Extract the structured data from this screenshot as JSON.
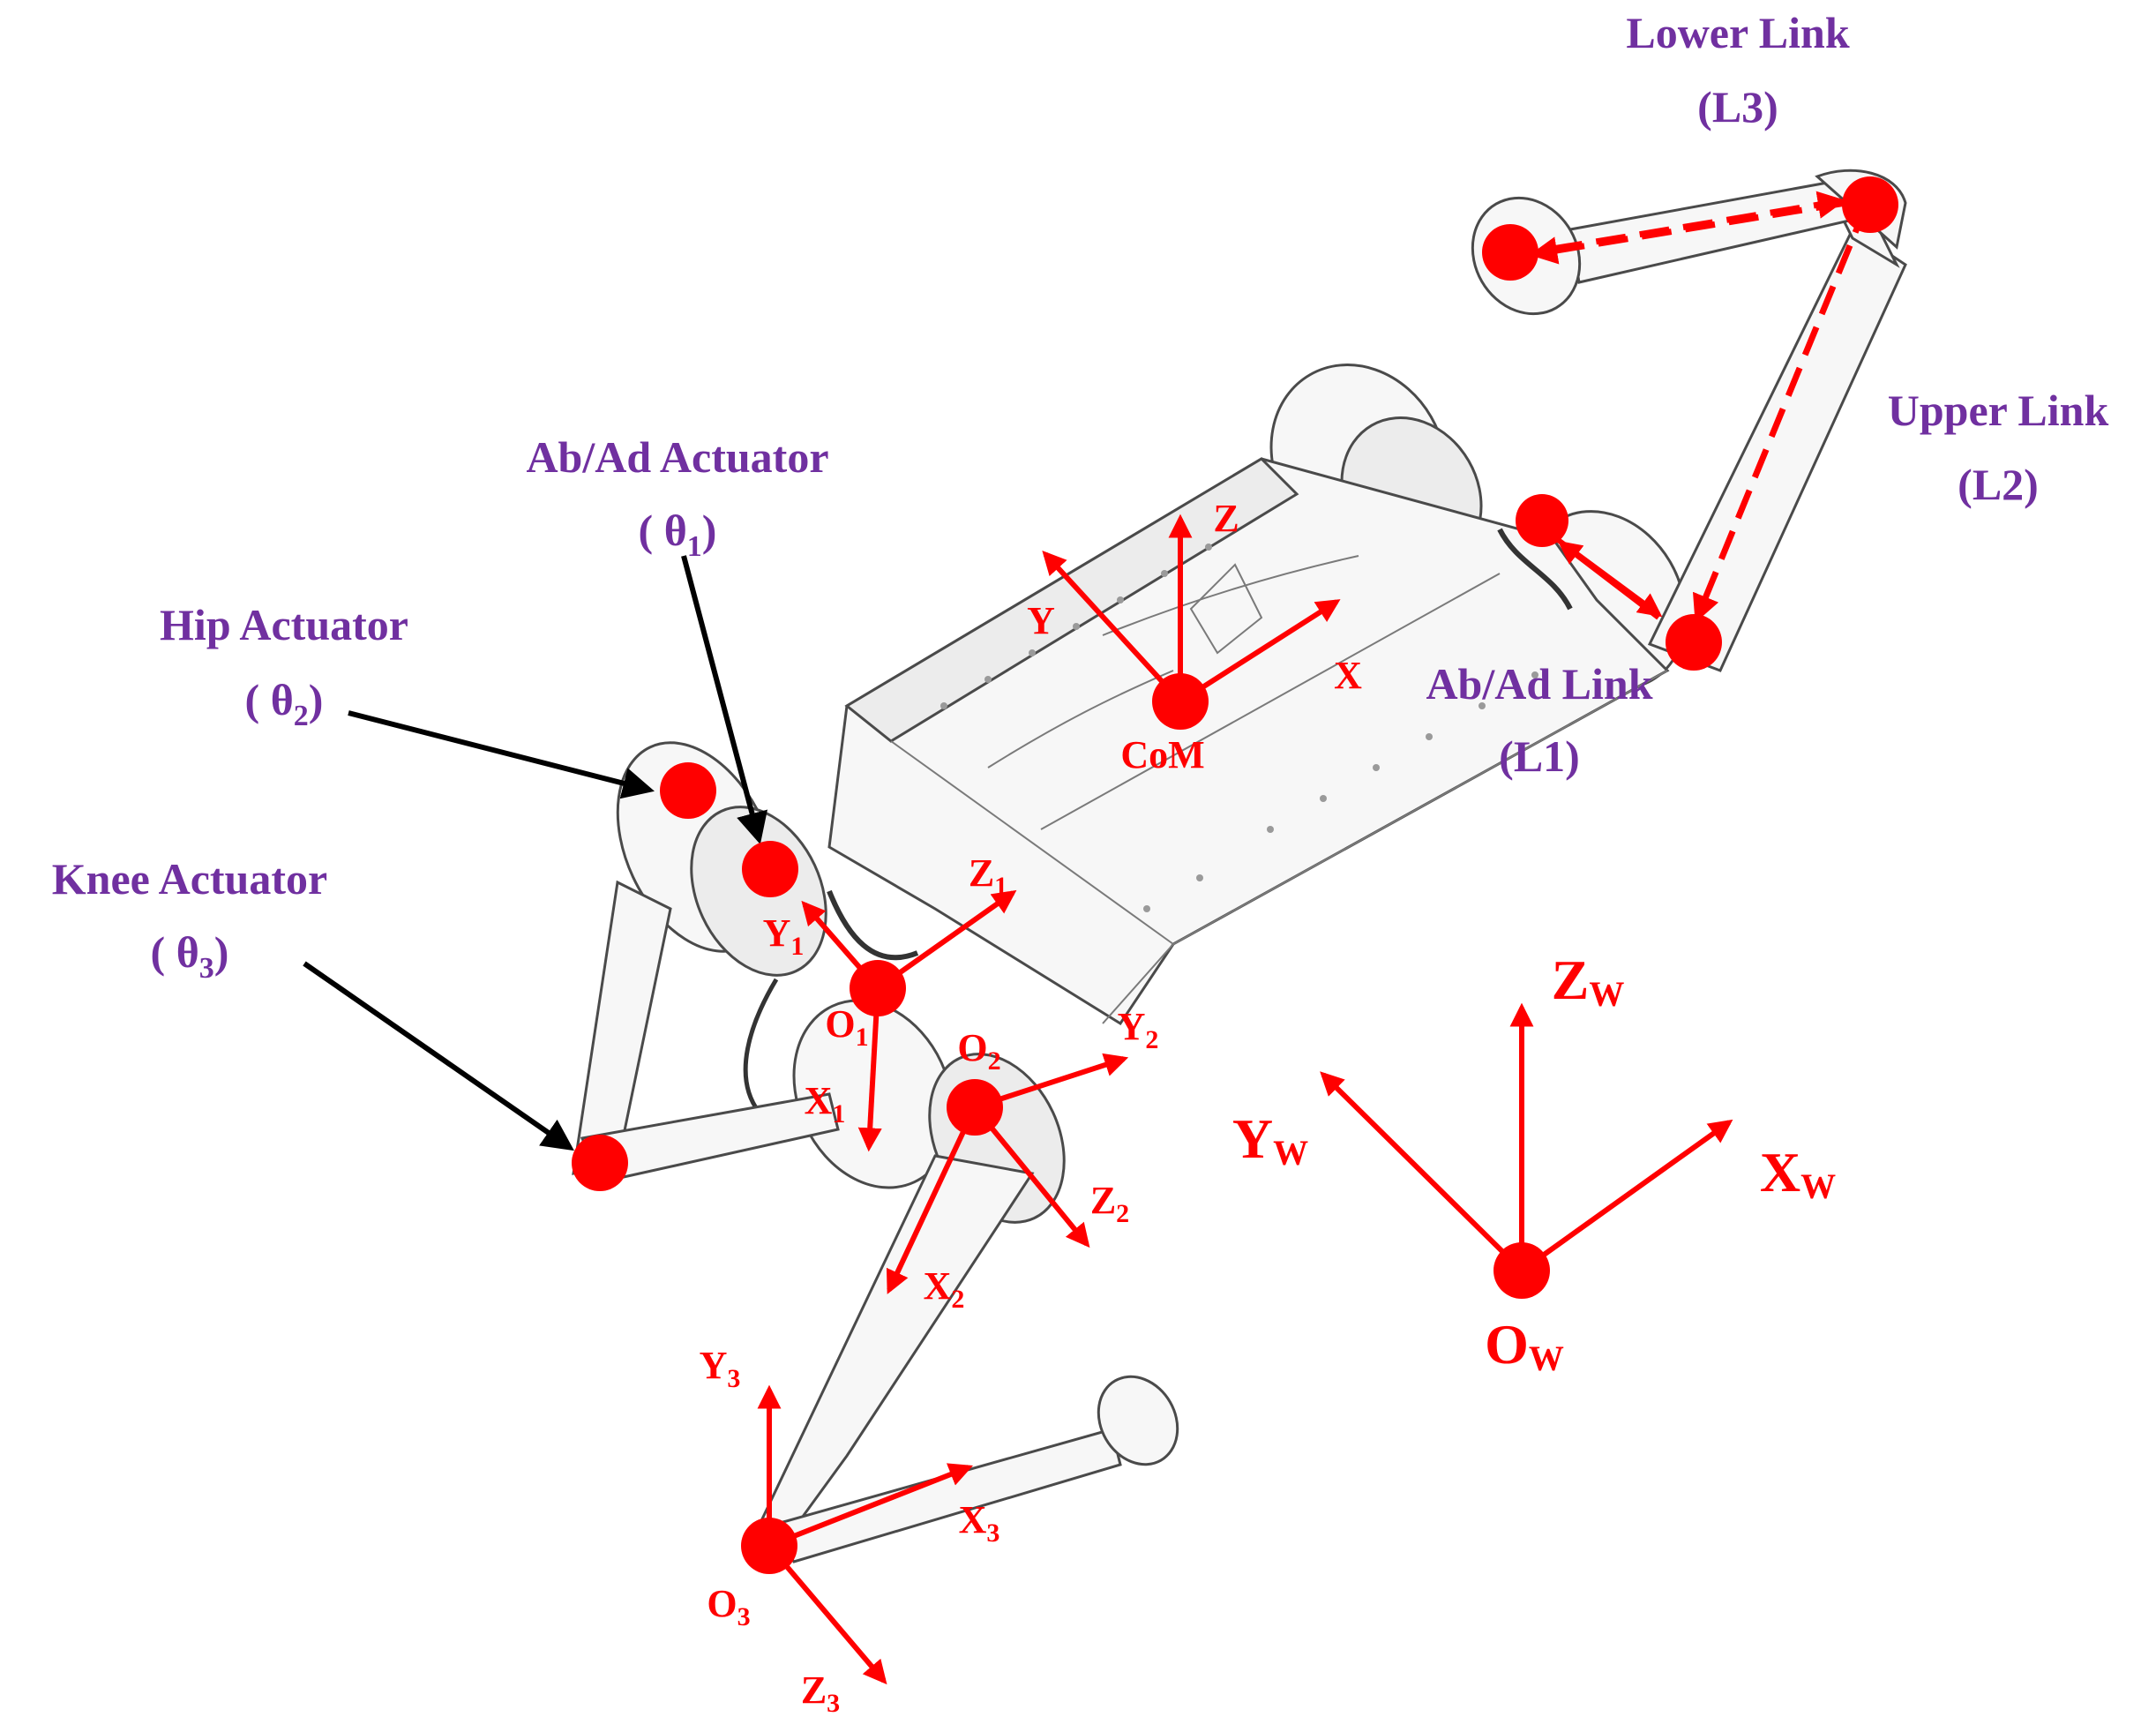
{
  "labels": {
    "lower_link": "Lower Link",
    "lower_link_sym": "(L3)",
    "upper_link": "Upper Link",
    "upper_link_sym": "(L2)",
    "abad_link": "Ab/Ad Link",
    "abad_link_sym": "(L1)",
    "abad_actuator": "Ab/Ad Actuator",
    "abad_actuator_sym": "( θ",
    "abad_actuator_sub": "1",
    "hip_actuator": "Hip Actuator",
    "hip_actuator_sym": "( θ",
    "hip_actuator_sub": "2",
    "knee_actuator": "Knee Actuator",
    "knee_actuator_sym": "( θ",
    "knee_actuator_sub": "3",
    "close_paren": ")"
  },
  "frames": {
    "com": {
      "origin": "CoM",
      "x": "X",
      "y": "Y",
      "z": "Z"
    },
    "f1": {
      "origin": "O",
      "origin_sub": "1",
      "x": "X",
      "x_sub": "1",
      "y": "Y",
      "y_sub": "1",
      "z": "Z",
      "z_sub": "1"
    },
    "f2": {
      "origin": "O",
      "origin_sub": "2",
      "x": "X",
      "x_sub": "2",
      "y": "Y",
      "y_sub": "2",
      "z": "Z",
      "z_sub": "2"
    },
    "f3": {
      "origin": "O",
      "origin_sub": "3",
      "x": "X",
      "x_sub": "3",
      "y": "Y",
      "y_sub": "3",
      "z": "Z",
      "z_sub": "3"
    },
    "world": {
      "origin": "O",
      "x": "X",
      "y": "Y",
      "z": "Z",
      "sub": "W"
    }
  },
  "colors": {
    "label_purple": "#7030A0",
    "frame_red": "#ff0000",
    "pointer_black": "#000000"
  }
}
